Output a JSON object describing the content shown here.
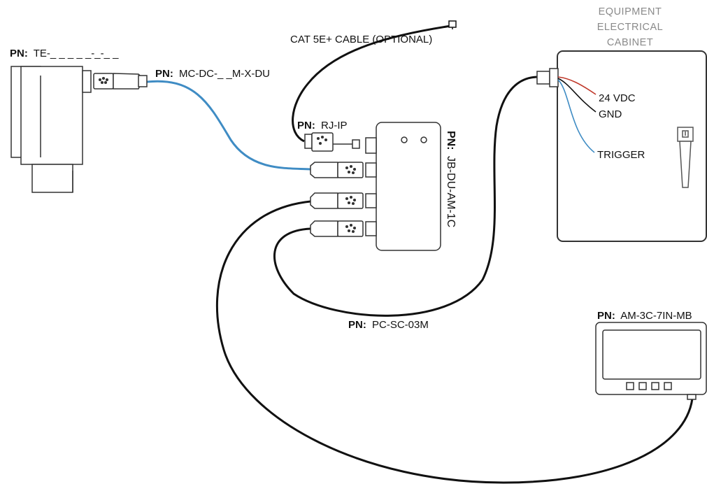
{
  "cable_label": "CAT 5E+ CABLE (OPTIONAL)",
  "pn_prefix": "PN:",
  "parts": {
    "camera": "TE-_ _ _ _ _-_-_ _",
    "mc_cable": "MC-DC-_ _M-X-DU",
    "rj": "RJ-IP",
    "junction_box": "JB-DU-AM-1C",
    "power_cable": "PC-SC-03M",
    "monitor": "AM-3C-7IN-MB"
  },
  "cabinet": {
    "heading": [
      "EQUIPMENT",
      "ELECTRICAL",
      "CABINET"
    ],
    "wires": [
      "24 VDC",
      "GND",
      "TRIGGER"
    ]
  },
  "colors": {
    "blue_cable": "#3f8cc4",
    "black_cable": "#111111",
    "red_wire": "#c0392b",
    "outline": "#333333"
  }
}
